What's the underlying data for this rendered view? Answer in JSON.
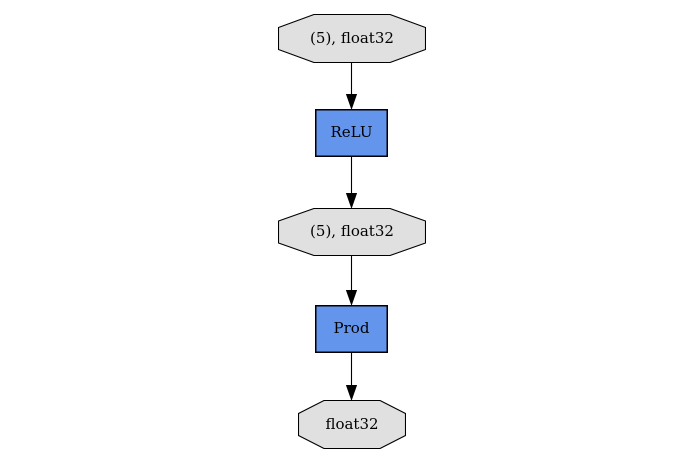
{
  "graph": {
    "type": "computational-graph",
    "background": "#ffffff",
    "colors": {
      "variable_fill": "#e0e0e0",
      "function_fill": "#6495ed",
      "node_border": "#000000",
      "edge": "#000000",
      "text": "#000000"
    },
    "nodes": [
      {
        "id": "variable-input",
        "type": "variable",
        "shape": "octagon",
        "label": "(5), float32"
      },
      {
        "id": "function-relu",
        "type": "function",
        "shape": "rect",
        "label": "ReLU"
      },
      {
        "id": "variable-hidden",
        "type": "variable",
        "shape": "octagon",
        "label": "(5), float32"
      },
      {
        "id": "function-prod",
        "type": "function",
        "shape": "rect",
        "label": "Prod"
      },
      {
        "id": "variable-output",
        "type": "variable",
        "shape": "octagon",
        "label": "float32"
      }
    ],
    "edges": [
      {
        "from": "variable-input",
        "to": "function-relu"
      },
      {
        "from": "function-relu",
        "to": "variable-hidden"
      },
      {
        "from": "variable-hidden",
        "to": "function-prod"
      },
      {
        "from": "function-prod",
        "to": "variable-output"
      }
    ]
  }
}
